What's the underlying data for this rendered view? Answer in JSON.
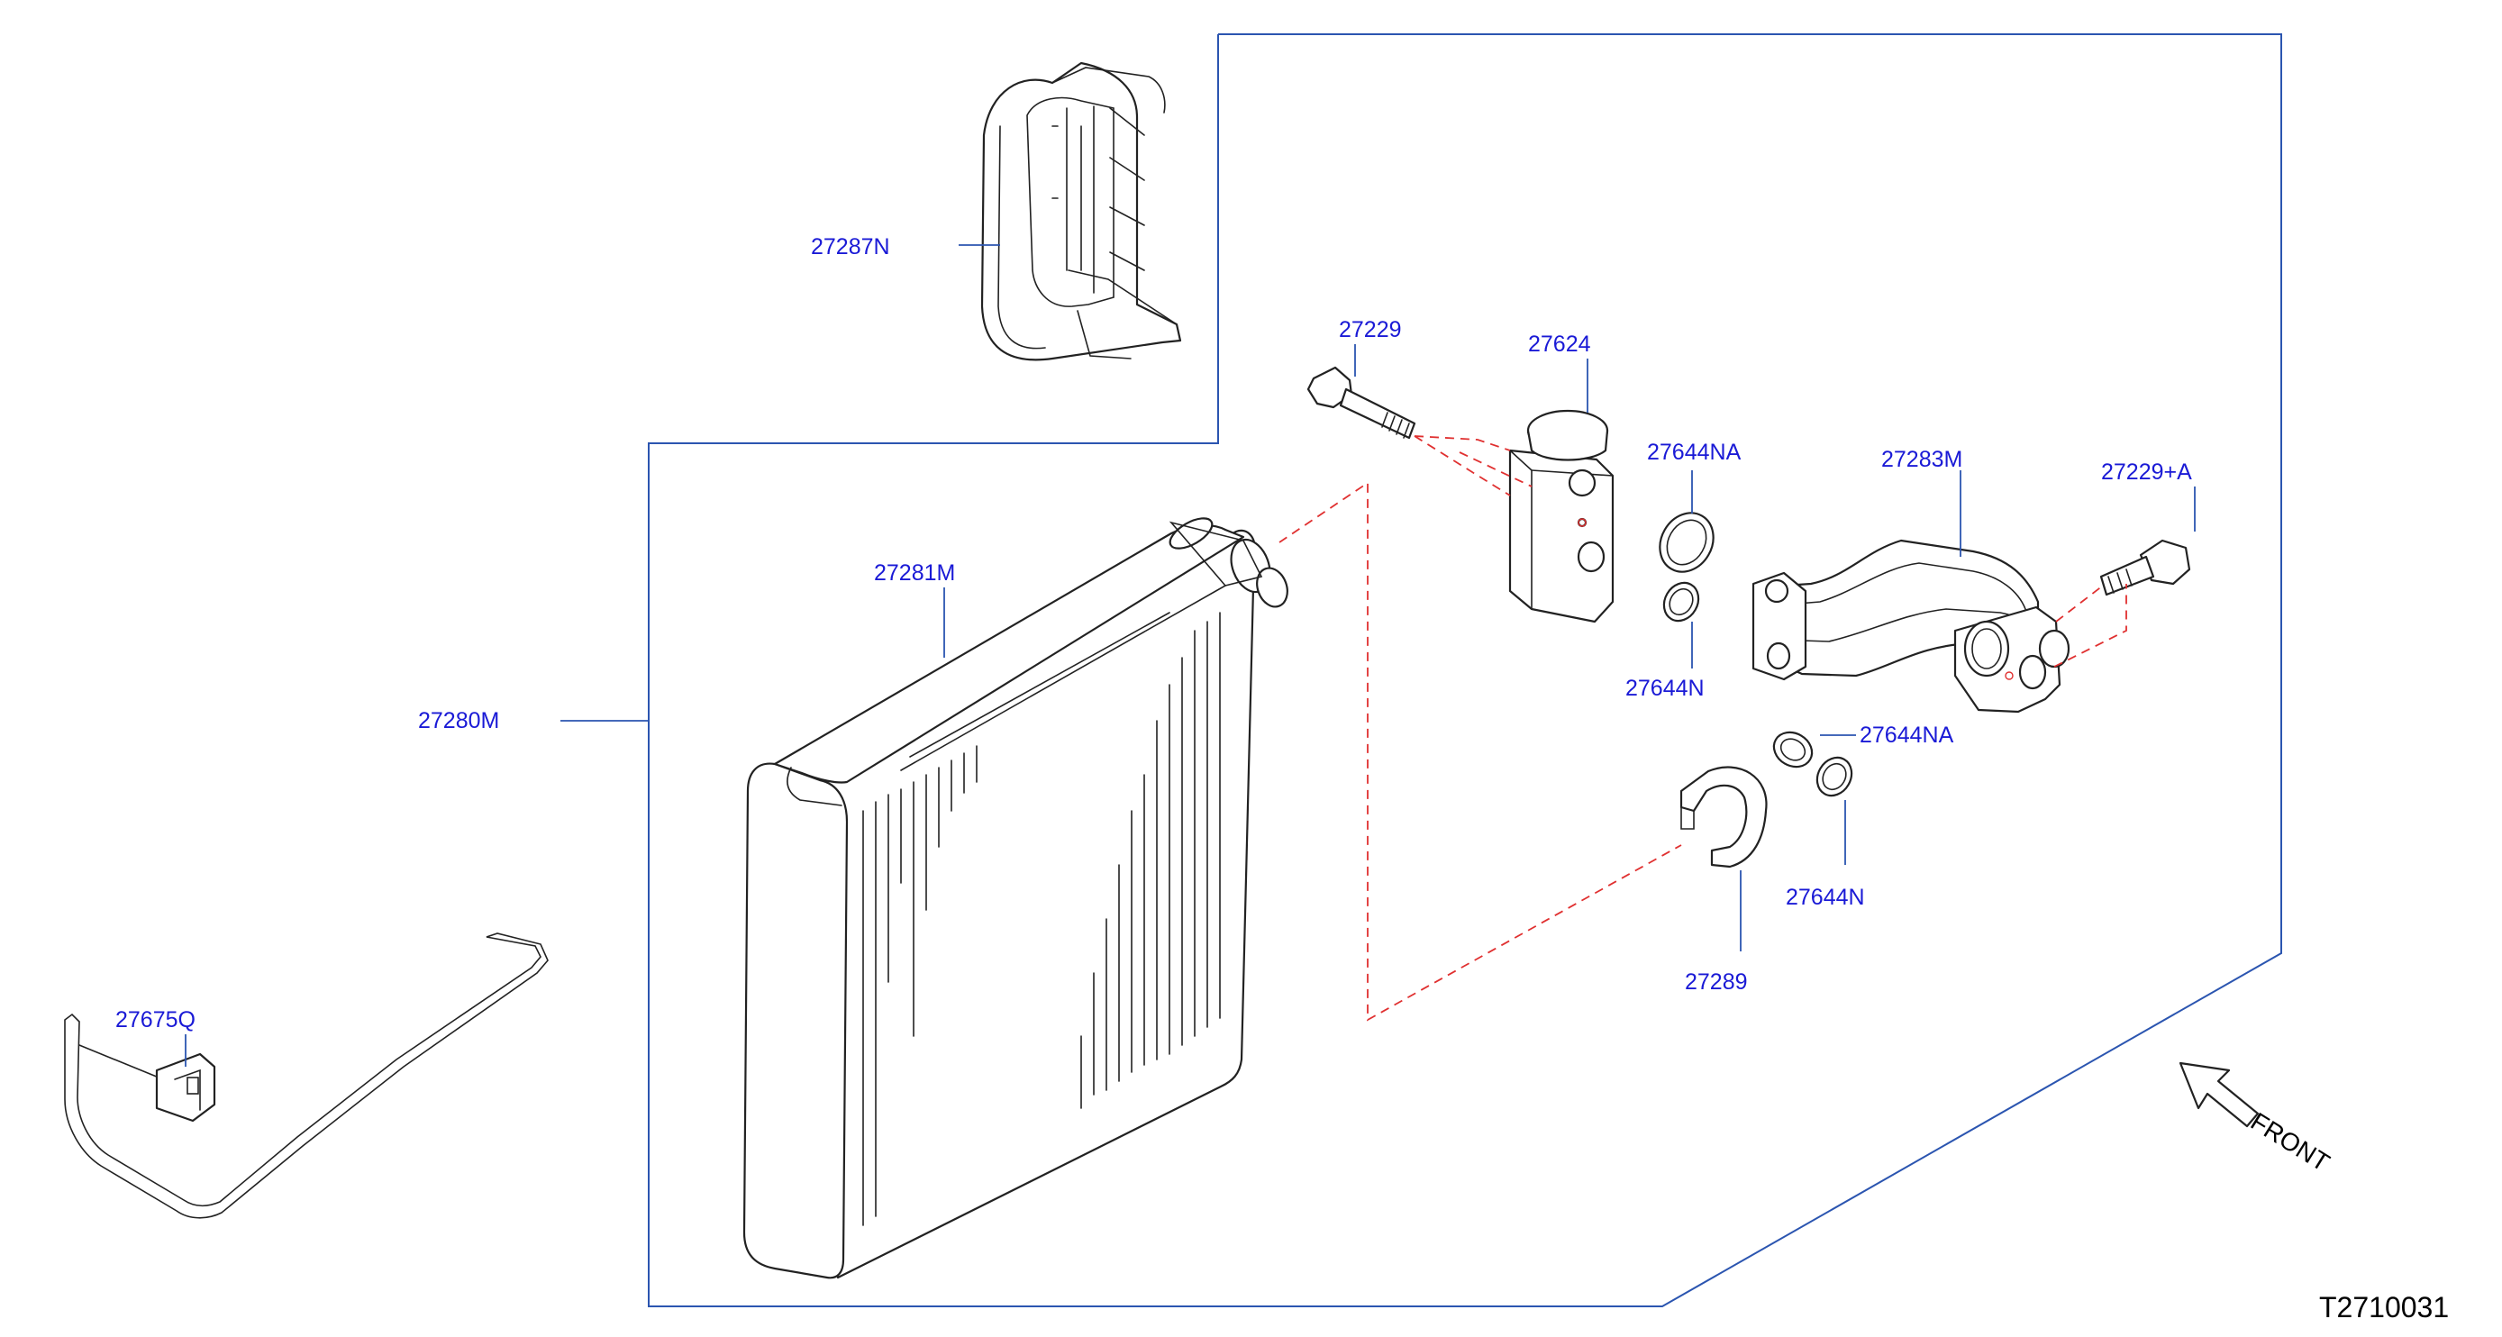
{
  "colors": {
    "label": "#1a1ad6",
    "leader": "#2b55b0",
    "dashed_connection": "#e03030",
    "part_line": "#222222",
    "background": "#ffffff"
  },
  "parts": {
    "p27287N": "27287N",
    "p27229": "27229",
    "p27624": "27624",
    "p27644NA_top": "27644NA",
    "p27283M": "27283M",
    "p27229A": "27229+A",
    "p27281M": "27281M",
    "p27280M": "27280M",
    "p27644N_top": "27644N",
    "p27644NA_bottom": "27644NA",
    "p27644N_bottom": "27644N",
    "p27289": "27289",
    "p27675Q": "27675Q"
  },
  "front_label": "FRONT",
  "diagram_code": "T2710031",
  "icons": {
    "front_arrow": "arrow-up-left-icon"
  }
}
